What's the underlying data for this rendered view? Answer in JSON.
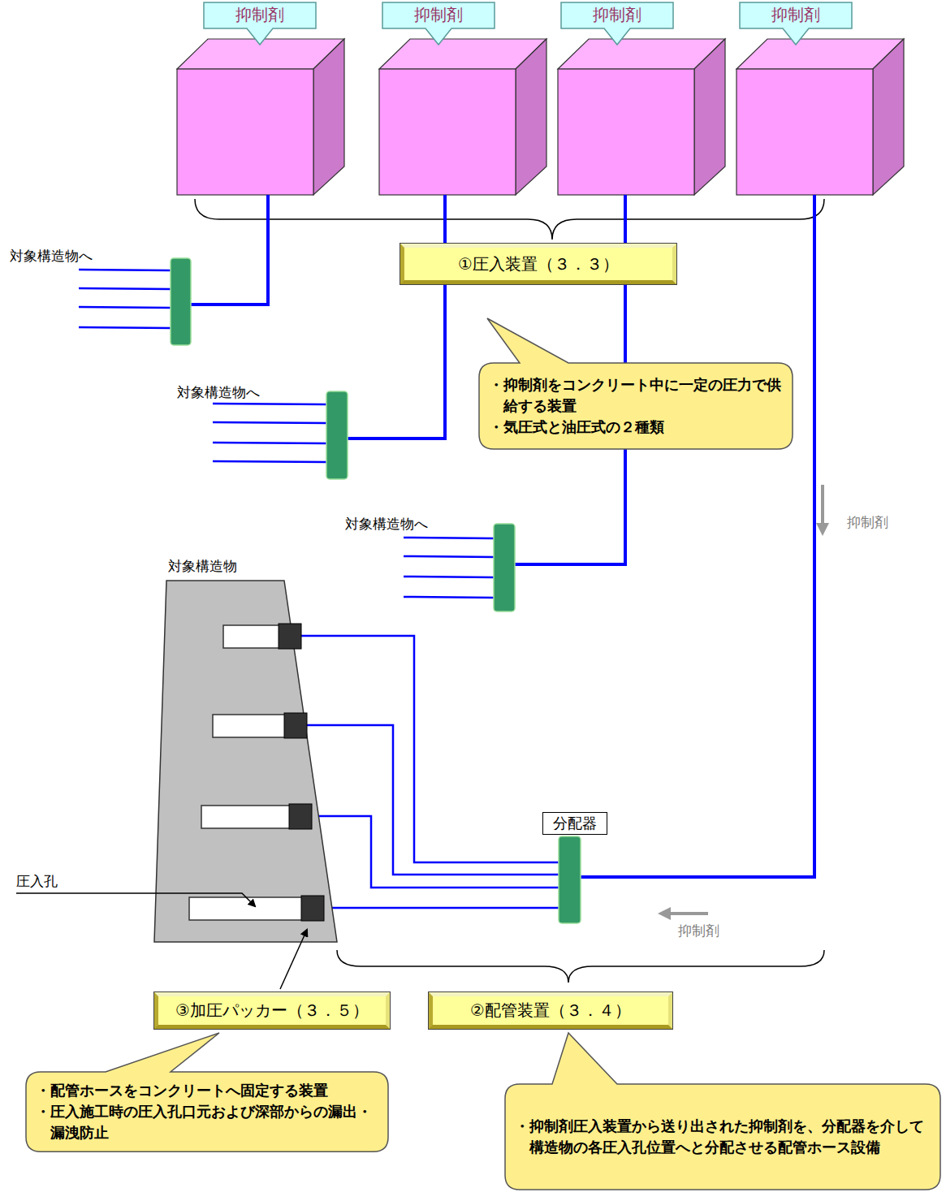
{
  "diagram": {
    "nodes": [
      {
        "text": [
          "抑制剤"
        ]
      },
      {
        "text": [
          "抑制剤"
        ]
      },
      {
        "text": [
          "抑制剤"
        ]
      },
      {
        "text": [
          "抑制剤"
        ]
      },
      {
        "text": [
          "①圧入装置（３．３）"
        ]
      },
      {
        "text": [
          "・抑制剤をコンクリート中に一定の圧力で供給する装置",
          "・気圧式と油圧式の２種類"
        ]
      },
      {
        "text": [
          "分配器"
        ]
      },
      {
        "text": [
          "③加圧パッカー（３．５）"
        ]
      },
      {
        "text": [
          "②配管装置（３．４）"
        ]
      },
      {
        "text": [
          "・配管ホースをコンクリートへ固定する装置",
          "・圧入施工時の圧入孔口元および深部からの漏出・漏洩防止"
        ]
      },
      {
        "text": [
          "・抑制剤圧入装置から送り出された抑制剤を、分配器を介して構造物の各圧入孔位置へと分配させる配管ホース設備"
        ]
      }
    ],
    "labels": [
      "対象構造物へ",
      "対象構造物へ",
      "対象構造物へ",
      "抑制剤",
      "抑制剤",
      "対象構造物",
      "圧入孔"
    ]
  }
}
